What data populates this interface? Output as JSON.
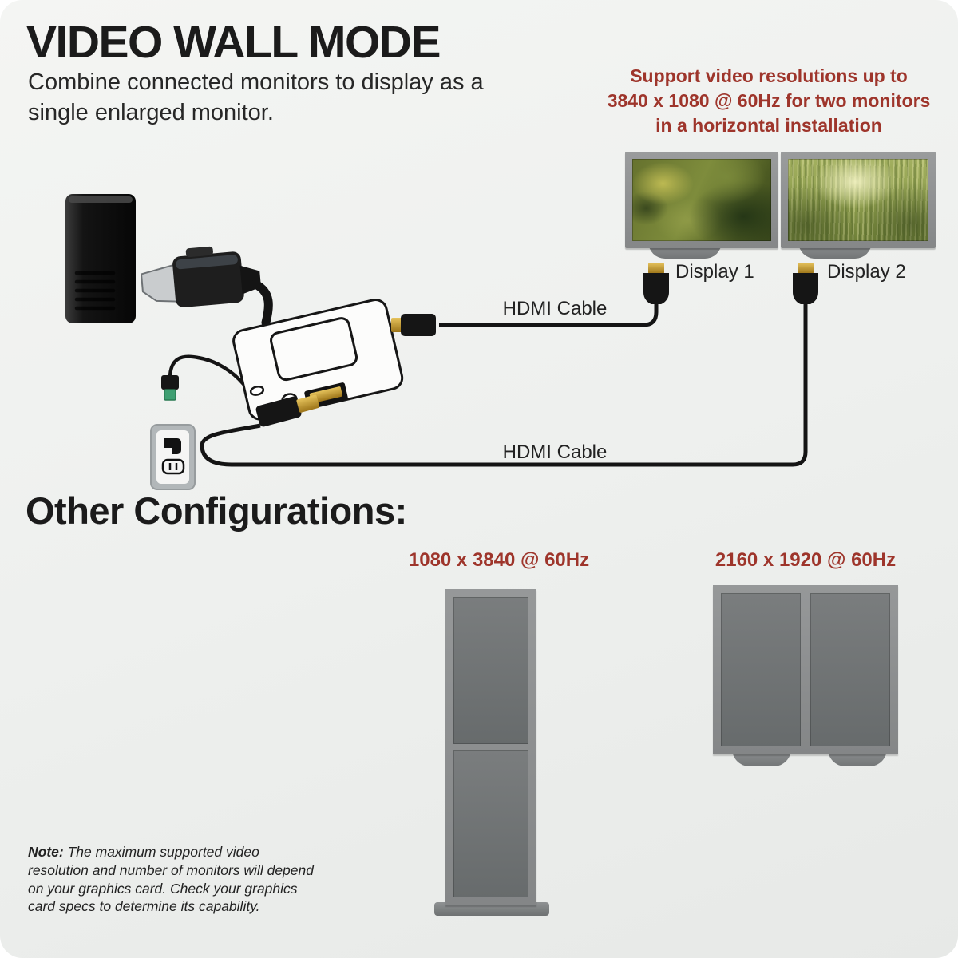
{
  "colors": {
    "background": "#EEF0EE",
    "accent_red": "#9E352B",
    "title_black": "#1B1B1B",
    "monitor_frame_gray": "#8F9091",
    "monitor_screen_gray": "#6E7172",
    "hdmi_gold": "#C79A2E",
    "cable_black": "#141414",
    "usb_plug_green": "#3F9F72"
  },
  "header": {
    "title": "VIDEO WALL MODE",
    "subtitle": "Combine connected monitors to display as a single enlarged monitor."
  },
  "resolution_callout": {
    "lines": [
      "Support video resolutions up to",
      "3840 x 1080 @ 60Hz for two monitors",
      "in a horizontal installation"
    ]
  },
  "diagram": {
    "display1_label": "Display 1",
    "display2_label": "Display 2",
    "hdmi_cable_top_label": "HDMI Cable",
    "hdmi_cable_bottom_label": "HDMI Cable"
  },
  "other_configurations": {
    "heading": "Other Configurations:",
    "vertical_label": "1080 x 3840 @ 60Hz",
    "portrait_label": "2160 x 1920 @ 60Hz"
  },
  "note": {
    "label": "Note:",
    "text": "The maximum supported video resolution and number of monitors will depend on your graphics card. Check your graphics card specs to determine its capability."
  }
}
